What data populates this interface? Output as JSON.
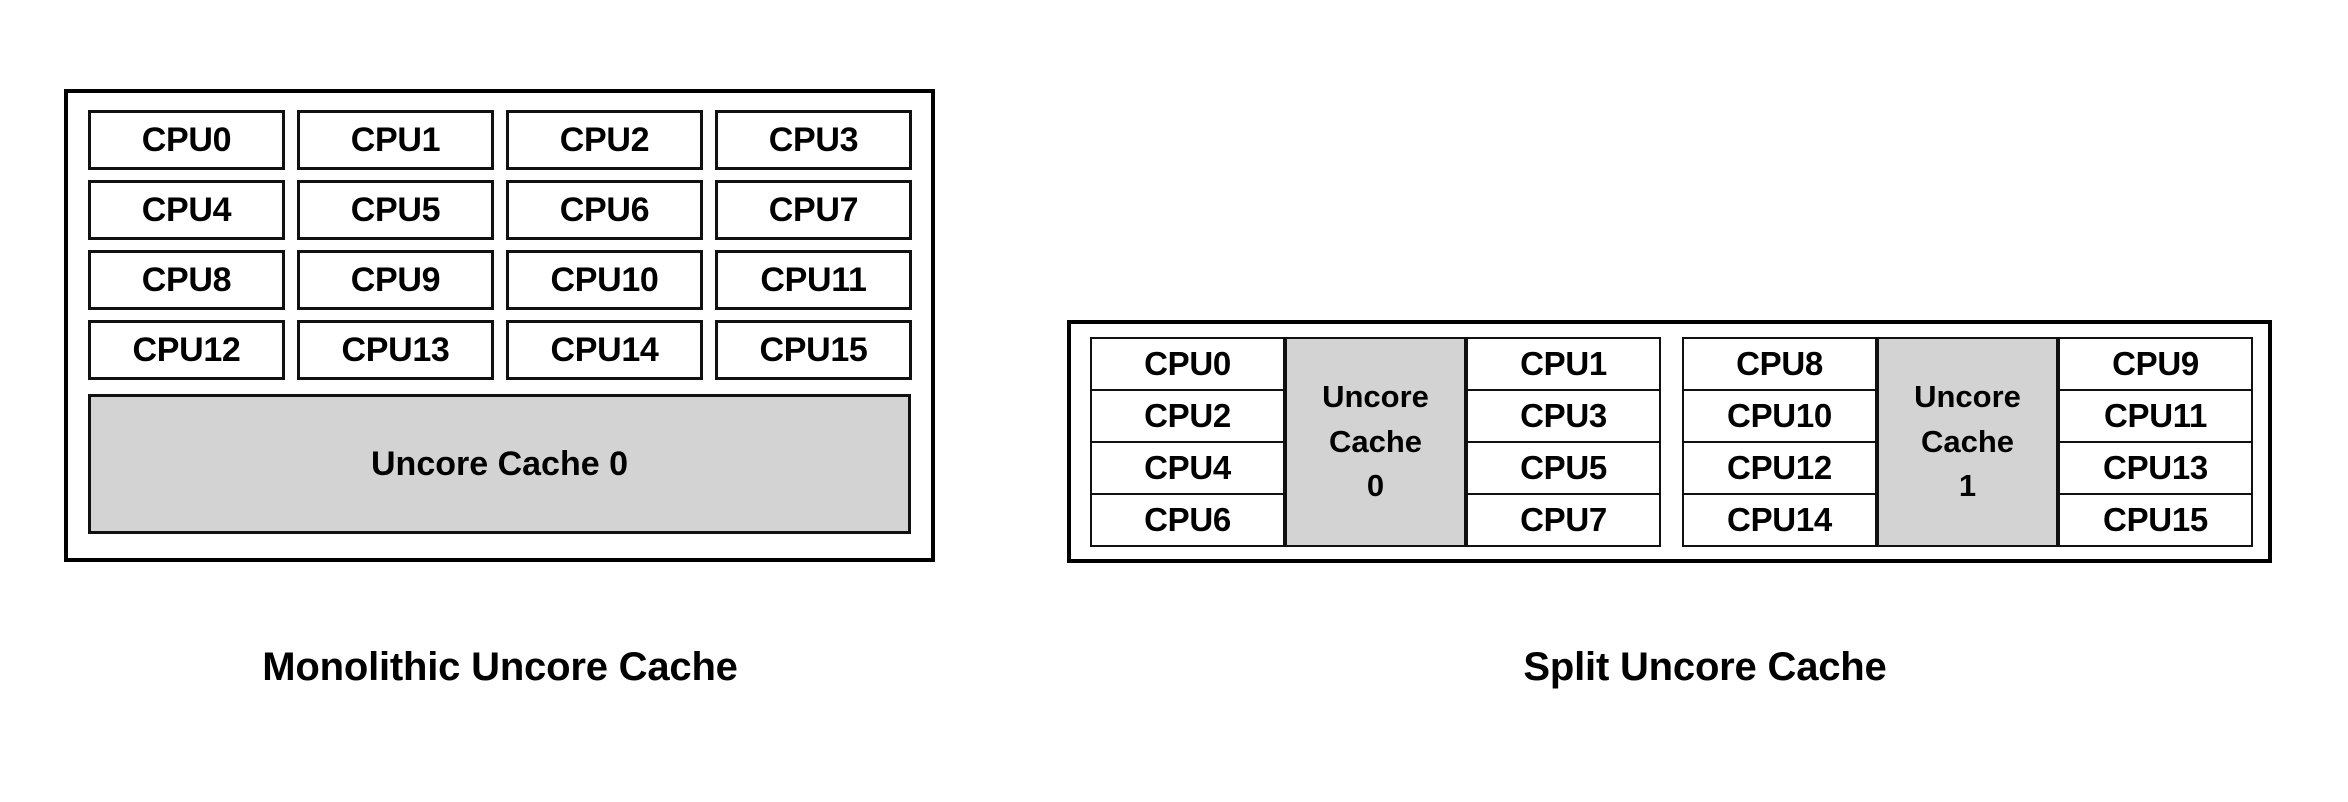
{
  "figure": {
    "background_color": "#ffffff",
    "cache_fill_color": "#d3d3d3",
    "border_color": "#000000"
  },
  "monolithic": {
    "caption": "Monolithic Uncore Cache",
    "cpus": [
      "CPU0",
      "CPU1",
      "CPU2",
      "CPU3",
      "CPU4",
      "CPU5",
      "CPU6",
      "CPU7",
      "CPU8",
      "CPU9",
      "CPU10",
      "CPU11",
      "CPU12",
      "CPU13",
      "CPU14",
      "CPU15"
    ],
    "cache_label": "Uncore Cache 0"
  },
  "split": {
    "caption": "Split Uncore Cache",
    "groups": [
      {
        "left_cpus": [
          "CPU0",
          "CPU2",
          "CPU4",
          "CPU6"
        ],
        "cache_lines": [
          "Uncore",
          "Cache",
          "0"
        ],
        "right_cpus": [
          "CPU1",
          "CPU3",
          "CPU5",
          "CPU7"
        ]
      },
      {
        "left_cpus": [
          "CPU8",
          "CPU10",
          "CPU12",
          "CPU14"
        ],
        "cache_lines": [
          "Uncore",
          "Cache",
          "1"
        ],
        "right_cpus": [
          "CPU9",
          "CPU11",
          "CPU13",
          "CPU15"
        ]
      }
    ]
  }
}
